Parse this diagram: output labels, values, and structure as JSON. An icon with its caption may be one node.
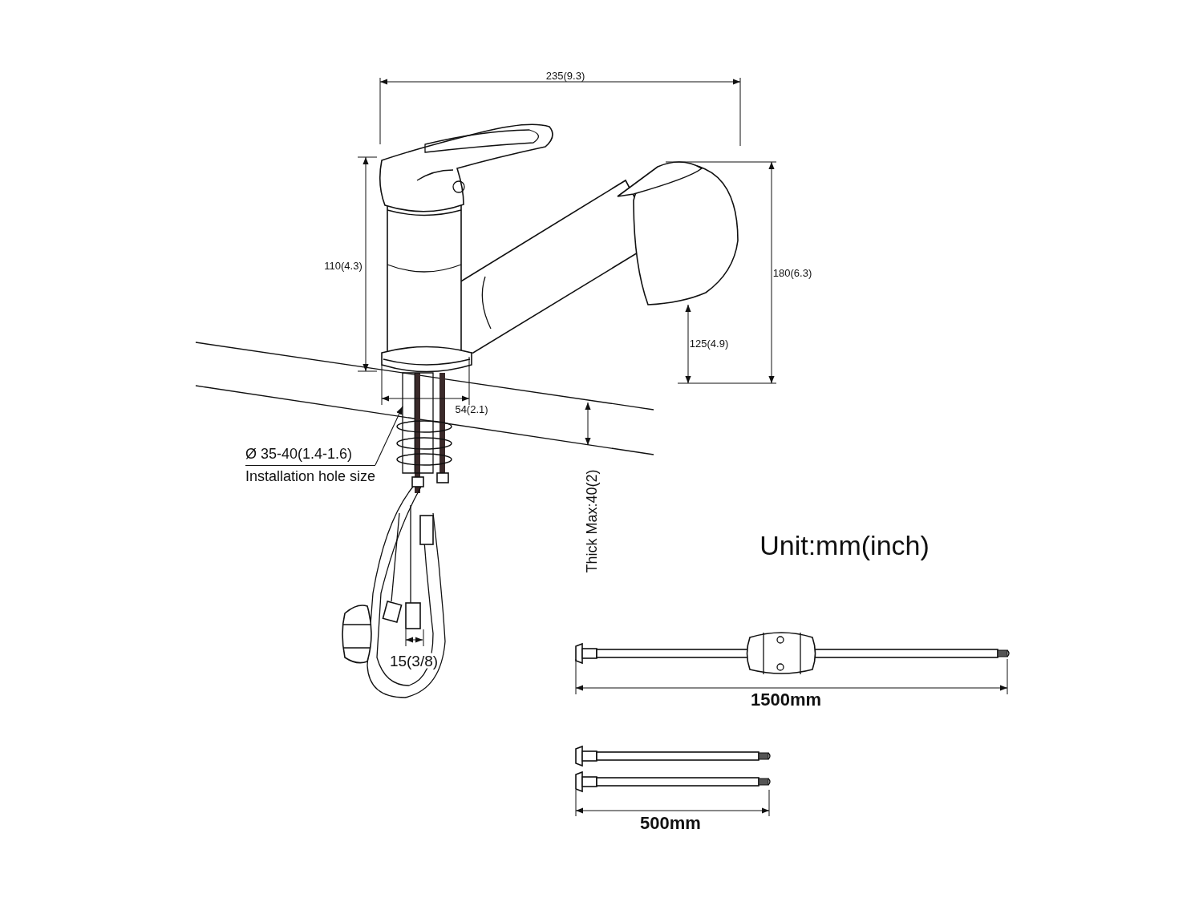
{
  "diagram": {
    "nodes": [
      {
        "text": [
          "Ø 35-40(1.4-1.6)",
          "Installation hole size"
        ]
      },
      {
        "text": [],
        "shape": "picture"
      }
    ],
    "edges": [
      {
        "from": 0,
        "to": 1,
        "arrow": "to"
      }
    ],
    "labels": [
      "235(9.3)",
      "110(4.3)",
      "180(6.3)",
      "125(4.9)",
      "54(2.1)",
      "Thick Max:40(2)",
      "15(3/8)",
      "Unit:mm(inch)",
      "1500mm",
      "500mm"
    ]
  }
}
